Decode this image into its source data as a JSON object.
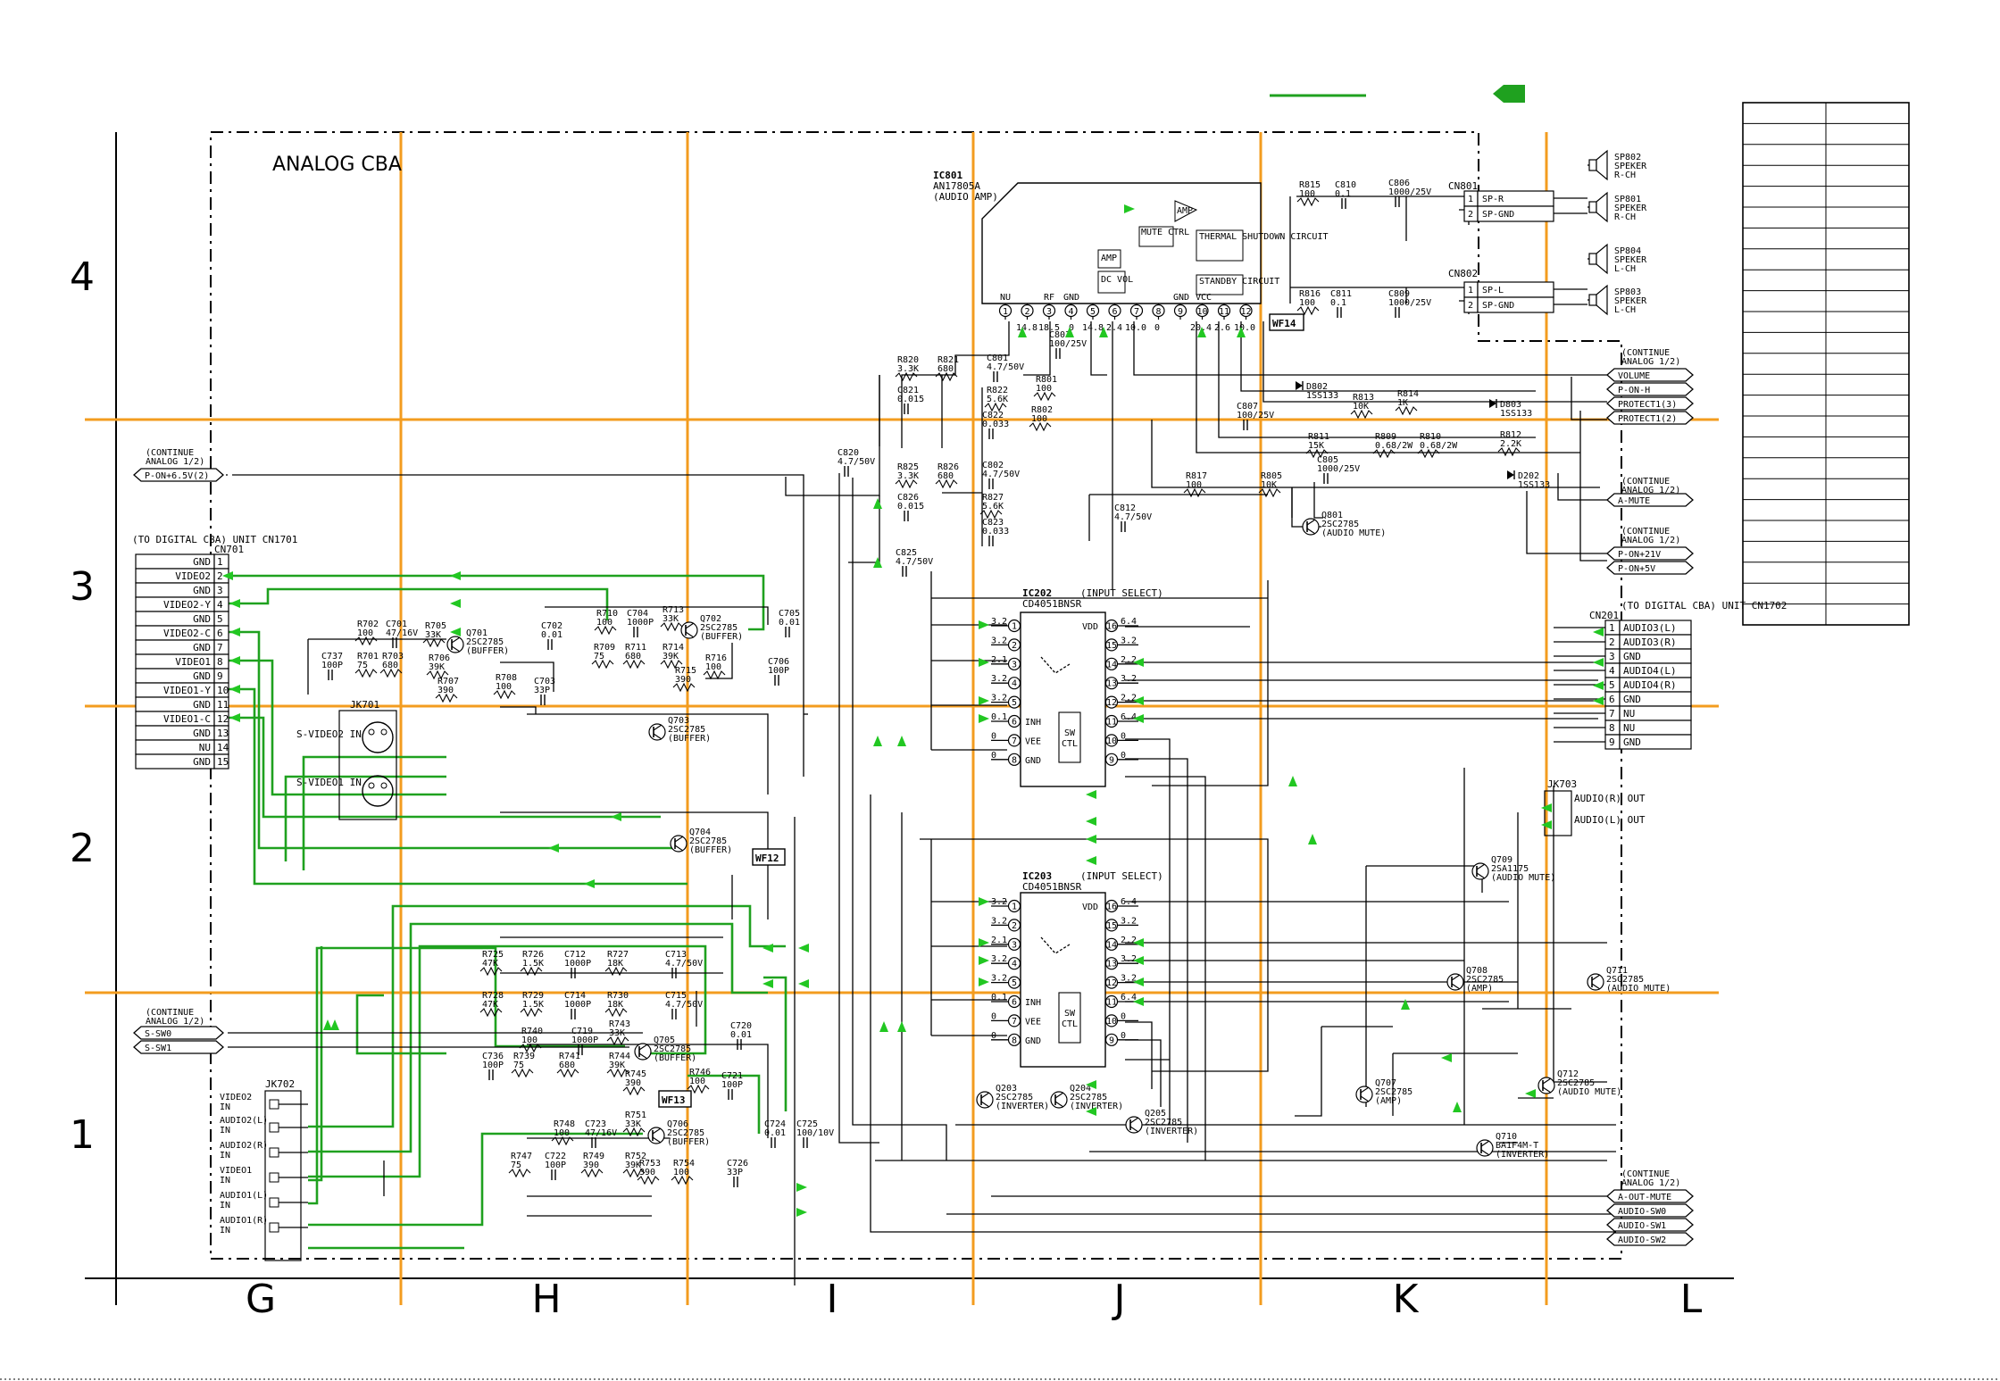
{
  "board_title": "ANALOG CBA",
  "row_labels": [
    "4",
    "3",
    "2",
    "1"
  ],
  "column_labels": [
    "G",
    "H",
    "I",
    "J",
    "K",
    "L"
  ],
  "cn701": {
    "title": "(TO DIGITAL CBA) UNIT CN1701",
    "ref": "CN701",
    "pins": [
      {
        "n": "1",
        "name": "GND"
      },
      {
        "n": "2",
        "name": "VIDEO2"
      },
      {
        "n": "3",
        "name": "GND"
      },
      {
        "n": "4",
        "name": "VIDEO2-Y"
      },
      {
        "n": "5",
        "name": "GND"
      },
      {
        "n": "6",
        "name": "VIDEO2-C"
      },
      {
        "n": "7",
        "name": "GND"
      },
      {
        "n": "8",
        "name": "VIDEO1"
      },
      {
        "n": "9",
        "name": "GND"
      },
      {
        "n": "10",
        "name": "VIDEO1-Y"
      },
      {
        "n": "11",
        "name": "GND"
      },
      {
        "n": "12",
        "name": "VIDEO1-C"
      },
      {
        "n": "13",
        "name": "GND"
      },
      {
        "n": "14",
        "name": "NU"
      },
      {
        "n": "15",
        "name": "GND"
      }
    ]
  },
  "cn201": {
    "title": "(TO DIGITAL CBA) UNIT CN1702",
    "ref": "CN201",
    "pins": [
      {
        "n": "1",
        "name": "AUDIO3(L)"
      },
      {
        "n": "2",
        "name": "AUDIO3(R)"
      },
      {
        "n": "3",
        "name": "GND"
      },
      {
        "n": "4",
        "name": "AUDIO4(L)"
      },
      {
        "n": "5",
        "name": "AUDIO4(R)"
      },
      {
        "n": "6",
        "name": "GND"
      },
      {
        "n": "7",
        "name": "NU"
      },
      {
        "n": "8",
        "name": "NU"
      },
      {
        "n": "9",
        "name": "GND"
      }
    ]
  },
  "ic801": {
    "ref": "IC801",
    "part": "AN17805A",
    "func": "(AUDIO AMP)",
    "blocks": [
      "MUTE CTRL",
      "THERMAL SHUTDOWN CIRCUIT",
      "STANDBY CIRCUIT",
      "DC VOL",
      "AMP",
      "AMP"
    ],
    "pin_names": [
      "NU",
      "RF",
      "GND",
      "GND",
      "VCC"
    ],
    "pins": [
      "1",
      "2",
      "3",
      "4",
      "5",
      "6",
      "7",
      "8",
      "9",
      "10",
      "11",
      "12"
    ],
    "voltages": [
      "14.8",
      "18.5",
      "0",
      "14.8",
      "2.4",
      "10.0",
      "0",
      "20.4",
      "2.6",
      "10.0"
    ],
    "waveform": "WF14"
  },
  "ic202": {
    "ref": "IC202",
    "part": "CD4051BNSR",
    "func": "(INPUT SELECT)",
    "left_pins": [
      "1",
      "2",
      "3",
      "4",
      "5",
      "6",
      "7",
      "8"
    ],
    "right_pins": [
      "16",
      "15",
      "14",
      "13",
      "12",
      "11",
      "10",
      "9"
    ],
    "left_labels": [
      "",
      "",
      "",
      "",
      "",
      "INH",
      "VEE",
      "GND"
    ],
    "right_labels": [
      "VDD",
      "",
      "",
      "",
      "",
      "",
      "",
      ""
    ],
    "left_volts": [
      "3.2",
      "3.2",
      "2.1",
      "3.2",
      "3.2",
      "0.1",
      "0",
      "0"
    ],
    "right_volts": [
      "6.4",
      "3.2",
      "2.2",
      "3.2",
      "2.2",
      "6.4",
      "0",
      "0"
    ],
    "ctl": "SW CTL"
  },
  "ic203": {
    "ref": "IC203",
    "part": "CD4051BNSR",
    "func": "(INPUT SELECT)",
    "left_pins": [
      "1",
      "2",
      "3",
      "4",
      "5",
      "6",
      "7",
      "8"
    ],
    "right_pins": [
      "16",
      "15",
      "14",
      "13",
      "12",
      "11",
      "10",
      "9"
    ],
    "left_labels": [
      "",
      "",
      "",
      "",
      "",
      "INH",
      "VEE",
      "GND"
    ],
    "right_labels": [
      "VDD",
      "",
      "",
      "",
      "",
      "",
      "",
      ""
    ],
    "left_volts": [
      "3.2",
      "3.2",
      "2.1",
      "3.2",
      "3.2",
      "0.1",
      "0",
      "0"
    ],
    "right_volts": [
      "6.4",
      "3.2",
      "2.2",
      "3.2",
      "3.2",
      "6.4",
      "0",
      "0"
    ],
    "ctl": "SW CTL"
  },
  "speakers": [
    {
      "ref": "SP802",
      "l1": "SPEKER",
      "l2": "R-CH"
    },
    {
      "ref": "SP801",
      "l1": "SPEKER",
      "l2": "R-CH"
    },
    {
      "ref": "SP804",
      "l1": "SPEKER",
      "l2": "L-CH"
    },
    {
      "ref": "SP803",
      "l1": "SPEKER",
      "l2": "L-CH"
    }
  ],
  "cn801": {
    "ref": "CN801",
    "pins": [
      {
        "n": "1",
        "name": "SP-R"
      },
      {
        "n": "2",
        "name": "SP-GND"
      }
    ]
  },
  "cn802": {
    "ref": "CN802",
    "pins": [
      {
        "n": "1",
        "name": "SP-L"
      },
      {
        "n": "2",
        "name": "SP-GND"
      }
    ]
  },
  "continue_label": "(CONTINUE ANALOG 1/2)",
  "right_signals": [
    "VOLUME",
    "P-ON-H",
    "PROTECT1(3)",
    "PROTECT1(2)",
    "A-MUTE",
    "P-ON+21V",
    "P-ON+5V",
    "A-OUT-MUTE",
    "AUDIO-SW0",
    "AUDIO-SW1",
    "AUDIO-SW2"
  ],
  "left_signals": [
    "P-ON+6.5V(2)",
    "S-SW0",
    "S-SW1"
  ],
  "jk701": {
    "ref": "JK701",
    "in1": "S-VIDEO2 IN",
    "in2": "S-VIDEO1 IN"
  },
  "jk702": {
    "ref": "JK702",
    "inputs": [
      "VIDEO2 IN",
      "AUDIO2(L) IN",
      "AUDIO2(R) IN",
      "VIDEO1 IN",
      "AUDIO1(L) IN",
      "AUDIO1(R) IN"
    ]
  },
  "jk703": {
    "ref": "JK703",
    "outputs": [
      "AUDIO(R) OUT",
      "AUDIO(L) OUT"
    ]
  },
  "transistors": [
    {
      "ref": "Q701",
      "part": "2SC2785",
      "func": "(BUFFER)"
    },
    {
      "ref": "Q702",
      "part": "2SC2785",
      "func": "(BUFFER)"
    },
    {
      "ref": "Q703",
      "part": "2SC2785",
      "func": "(BUFFER)"
    },
    {
      "ref": "Q704",
      "part": "2SC2785",
      "func": "(BUFFER)"
    },
    {
      "ref": "Q705",
      "part": "2SC2785",
      "func": "(BUFFER)"
    },
    {
      "ref": "Q706",
      "part": "2SC2785",
      "func": "(BUFFER)"
    },
    {
      "ref": "Q707",
      "part": "2SC2785",
      "func": "(AMP)"
    },
    {
      "ref": "Q708",
      "part": "2SC2785",
      "func": "(AMP)"
    },
    {
      "ref": "Q709",
      "part": "2SA1175",
      "func": "(AUDIO MUTE)"
    },
    {
      "ref": "Q710",
      "part": "BA1F4M-T",
      "func": "(INVERTER)"
    },
    {
      "ref": "Q711",
      "part": "2SC2785",
      "func": "(AUDIO MUTE)"
    },
    {
      "ref": "Q712",
      "part": "2SC2785",
      "func": "(AUDIO MUTE)"
    },
    {
      "ref": "Q801",
      "part": "2SC2785",
      "func": "(AUDIO MUTE)"
    },
    {
      "ref": "Q203",
      "part": "2SC2785",
      "func": "(INVERTER)"
    },
    {
      "ref": "Q204",
      "part": "2SC2785",
      "func": "(INVERTER)"
    },
    {
      "ref": "Q205",
      "part": "2SC2785",
      "func": "(INVERTER)"
    }
  ],
  "diodes": [
    {
      "ref": "D802",
      "part": "1SS133"
    },
    {
      "ref": "D803",
      "part": "1SS133"
    },
    {
      "ref": "D202",
      "part": "1SS133"
    }
  ],
  "waveforms": [
    "WF12",
    "WF13"
  ],
  "components_upper": [
    {
      "ref": "R815",
      "val": "100"
    },
    {
      "ref": "C810",
      "val": "0.1"
    },
    {
      "ref": "C806",
      "val": "1000/25V"
    },
    {
      "ref": "R816",
      "val": "100"
    },
    {
      "ref": "C811",
      "val": "0.1"
    },
    {
      "ref": "C809",
      "val": "1000/25V"
    },
    {
      "ref": "R820",
      "val": "3.3K"
    },
    {
      "ref": "R821",
      "val": "680"
    },
    {
      "ref": "C801",
      "val": "4.7/50V"
    },
    {
      "ref": "R822",
      "val": "5.6K"
    },
    {
      "ref": "C821",
      "val": "0.015"
    },
    {
      "ref": "C822",
      "val": "0.033"
    },
    {
      "ref": "R801",
      "val": "100"
    },
    {
      "ref": "R802",
      "val": "100"
    },
    {
      "ref": "C803",
      "val": "100/25V"
    },
    {
      "ref": "C807",
      "val": "100/25V"
    },
    {
      "ref": "R813",
      "val": "10K"
    },
    {
      "ref": "R814",
      "val": "1K"
    },
    {
      "ref": "R811",
      "val": "15K"
    },
    {
      "ref": "C805",
      "val": "1000/25V"
    },
    {
      "ref": "R809",
      "val": "0.68/2W"
    },
    {
      "ref": "R810",
      "val": "0.68/2W"
    },
    {
      "ref": "R812",
      "val": "2.2K"
    },
    {
      "ref": "C820",
      "val": "4.7/50V"
    },
    {
      "ref": "R825",
      "val": "3.3K"
    },
    {
      "ref": "R826",
      "val": "680"
    },
    {
      "ref": "C802",
      "val": "4.7/50V"
    },
    {
      "ref": "C826",
      "val": "0.015"
    },
    {
      "ref": "R827",
      "val": "5.6K"
    },
    {
      "ref": "C823",
      "val": "0.033"
    },
    {
      "ref": "C825",
      "val": "4.7/50V"
    },
    {
      "ref": "R817",
      "val": "100"
    },
    {
      "ref": "C812",
      "val": "4.7/50V"
    },
    {
      "ref": "R805",
      "val": "10K"
    }
  ],
  "components_video": [
    {
      "ref": "R702",
      "val": "100"
    },
    {
      "ref": "C701",
      "val": "47/16V"
    },
    {
      "ref": "R705",
      "val": "33K"
    },
    {
      "ref": "C737",
      "val": "100P"
    },
    {
      "ref": "R701",
      "val": "75"
    },
    {
      "ref": "R703",
      "val": "680"
    },
    {
      "ref": "R706",
      "val": "39K"
    },
    {
      "ref": "R707",
      "val": "390"
    },
    {
      "ref": "R708",
      "val": "100"
    },
    {
      "ref": "C702",
      "val": "0.01"
    },
    {
      "ref": "C703",
      "val": "33P"
    },
    {
      "ref": "R710",
      "val": "100"
    },
    {
      "ref": "C704",
      "val": "1000P"
    },
    {
      "ref": "R713",
      "val": "33K"
    },
    {
      "ref": "C705",
      "val": "0.01"
    },
    {
      "ref": "R709",
      "val": "75"
    },
    {
      "ref": "R711",
      "val": "680"
    },
    {
      "ref": "R714",
      "val": "39K"
    },
    {
      "ref": "R715",
      "val": "390"
    },
    {
      "ref": "R716",
      "val": "100"
    },
    {
      "ref": "C706",
      "val": "100P"
    }
  ],
  "components_lower": [
    {
      "ref": "R725",
      "val": "47K"
    },
    {
      "ref": "R726",
      "val": "1.5K"
    },
    {
      "ref": "C712",
      "val": "1000P"
    },
    {
      "ref": "R727",
      "val": "18K"
    },
    {
      "ref": "C713",
      "val": "4.7/50V"
    },
    {
      "ref": "R728",
      "val": "47K"
    },
    {
      "ref": "R729",
      "val": "1.5K"
    },
    {
      "ref": "C714",
      "val": "1000P"
    },
    {
      "ref": "R730",
      "val": "18K"
    },
    {
      "ref": "C715",
      "val": "4.7/50V"
    },
    {
      "ref": "R740",
      "val": "100"
    },
    {
      "ref": "C719",
      "val": "1000P"
    },
    {
      "ref": "R743",
      "val": "33K"
    },
    {
      "ref": "C720",
      "val": "0.01"
    },
    {
      "ref": "C736",
      "val": "100P"
    },
    {
      "ref": "R739",
      "val": "75"
    },
    {
      "ref": "R741",
      "val": "680"
    },
    {
      "ref": "R744",
      "val": "39K"
    },
    {
      "ref": "R745",
      "val": "390"
    },
    {
      "ref": "R746",
      "val": "100"
    },
    {
      "ref": "C721",
      "val": "100P"
    },
    {
      "ref": "R748",
      "val": "100"
    },
    {
      "ref": "C723",
      "val": "47/16V"
    },
    {
      "ref": "R751",
      "val": "33K"
    },
    {
      "ref": "C724",
      "val": "0.01"
    },
    {
      "ref": "C725",
      "val": "100/10V"
    },
    {
      "ref": "R747",
      "val": "75"
    },
    {
      "ref": "C722",
      "val": "100P"
    },
    {
      "ref": "R749",
      "val": "390"
    },
    {
      "ref": "R752",
      "val": "39K"
    },
    {
      "ref": "R753",
      "val": "390"
    },
    {
      "ref": "R754",
      "val": "100"
    },
    {
      "ref": "C726",
      "val": "33P"
    }
  ]
}
